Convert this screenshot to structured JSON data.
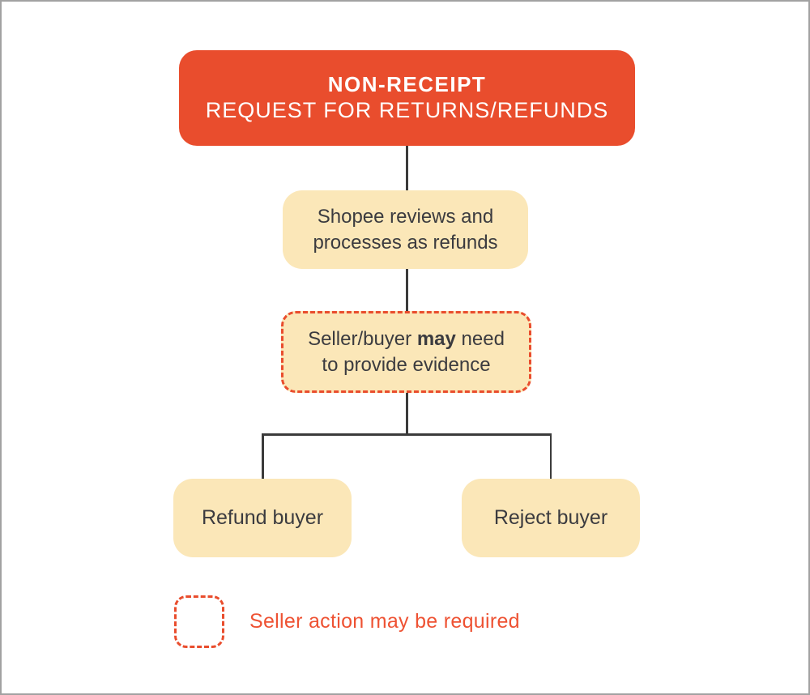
{
  "colors": {
    "accent_red": "#E94D2D",
    "node_cream": "#FBE7B8",
    "text_dark": "#3B3B3F",
    "text_white": "#FFFFFF",
    "connector_line": "#3B3B3B",
    "canvas_border": "#A2A2A2",
    "legend_text_red": "#EE5233"
  },
  "flowchart": {
    "title_node": {
      "line1": "NON-RECEIPT",
      "line2": "REQUEST FOR RETURNS/REFUNDS"
    },
    "review_node": {
      "line1": "Shopee reviews and",
      "line2": "processes as refunds"
    },
    "evidence_node": {
      "line1_prefix": "Seller/buyer ",
      "line1_bold": "may",
      "line1_suffix": " need",
      "line2": "to provide evidence"
    },
    "outcomes": [
      {
        "label": "Refund buyer"
      },
      {
        "label": "Reject buyer"
      }
    ],
    "legend": {
      "swatch_icon": "dashed-rounded-square-icon",
      "label": "Seller action may be required"
    }
  }
}
